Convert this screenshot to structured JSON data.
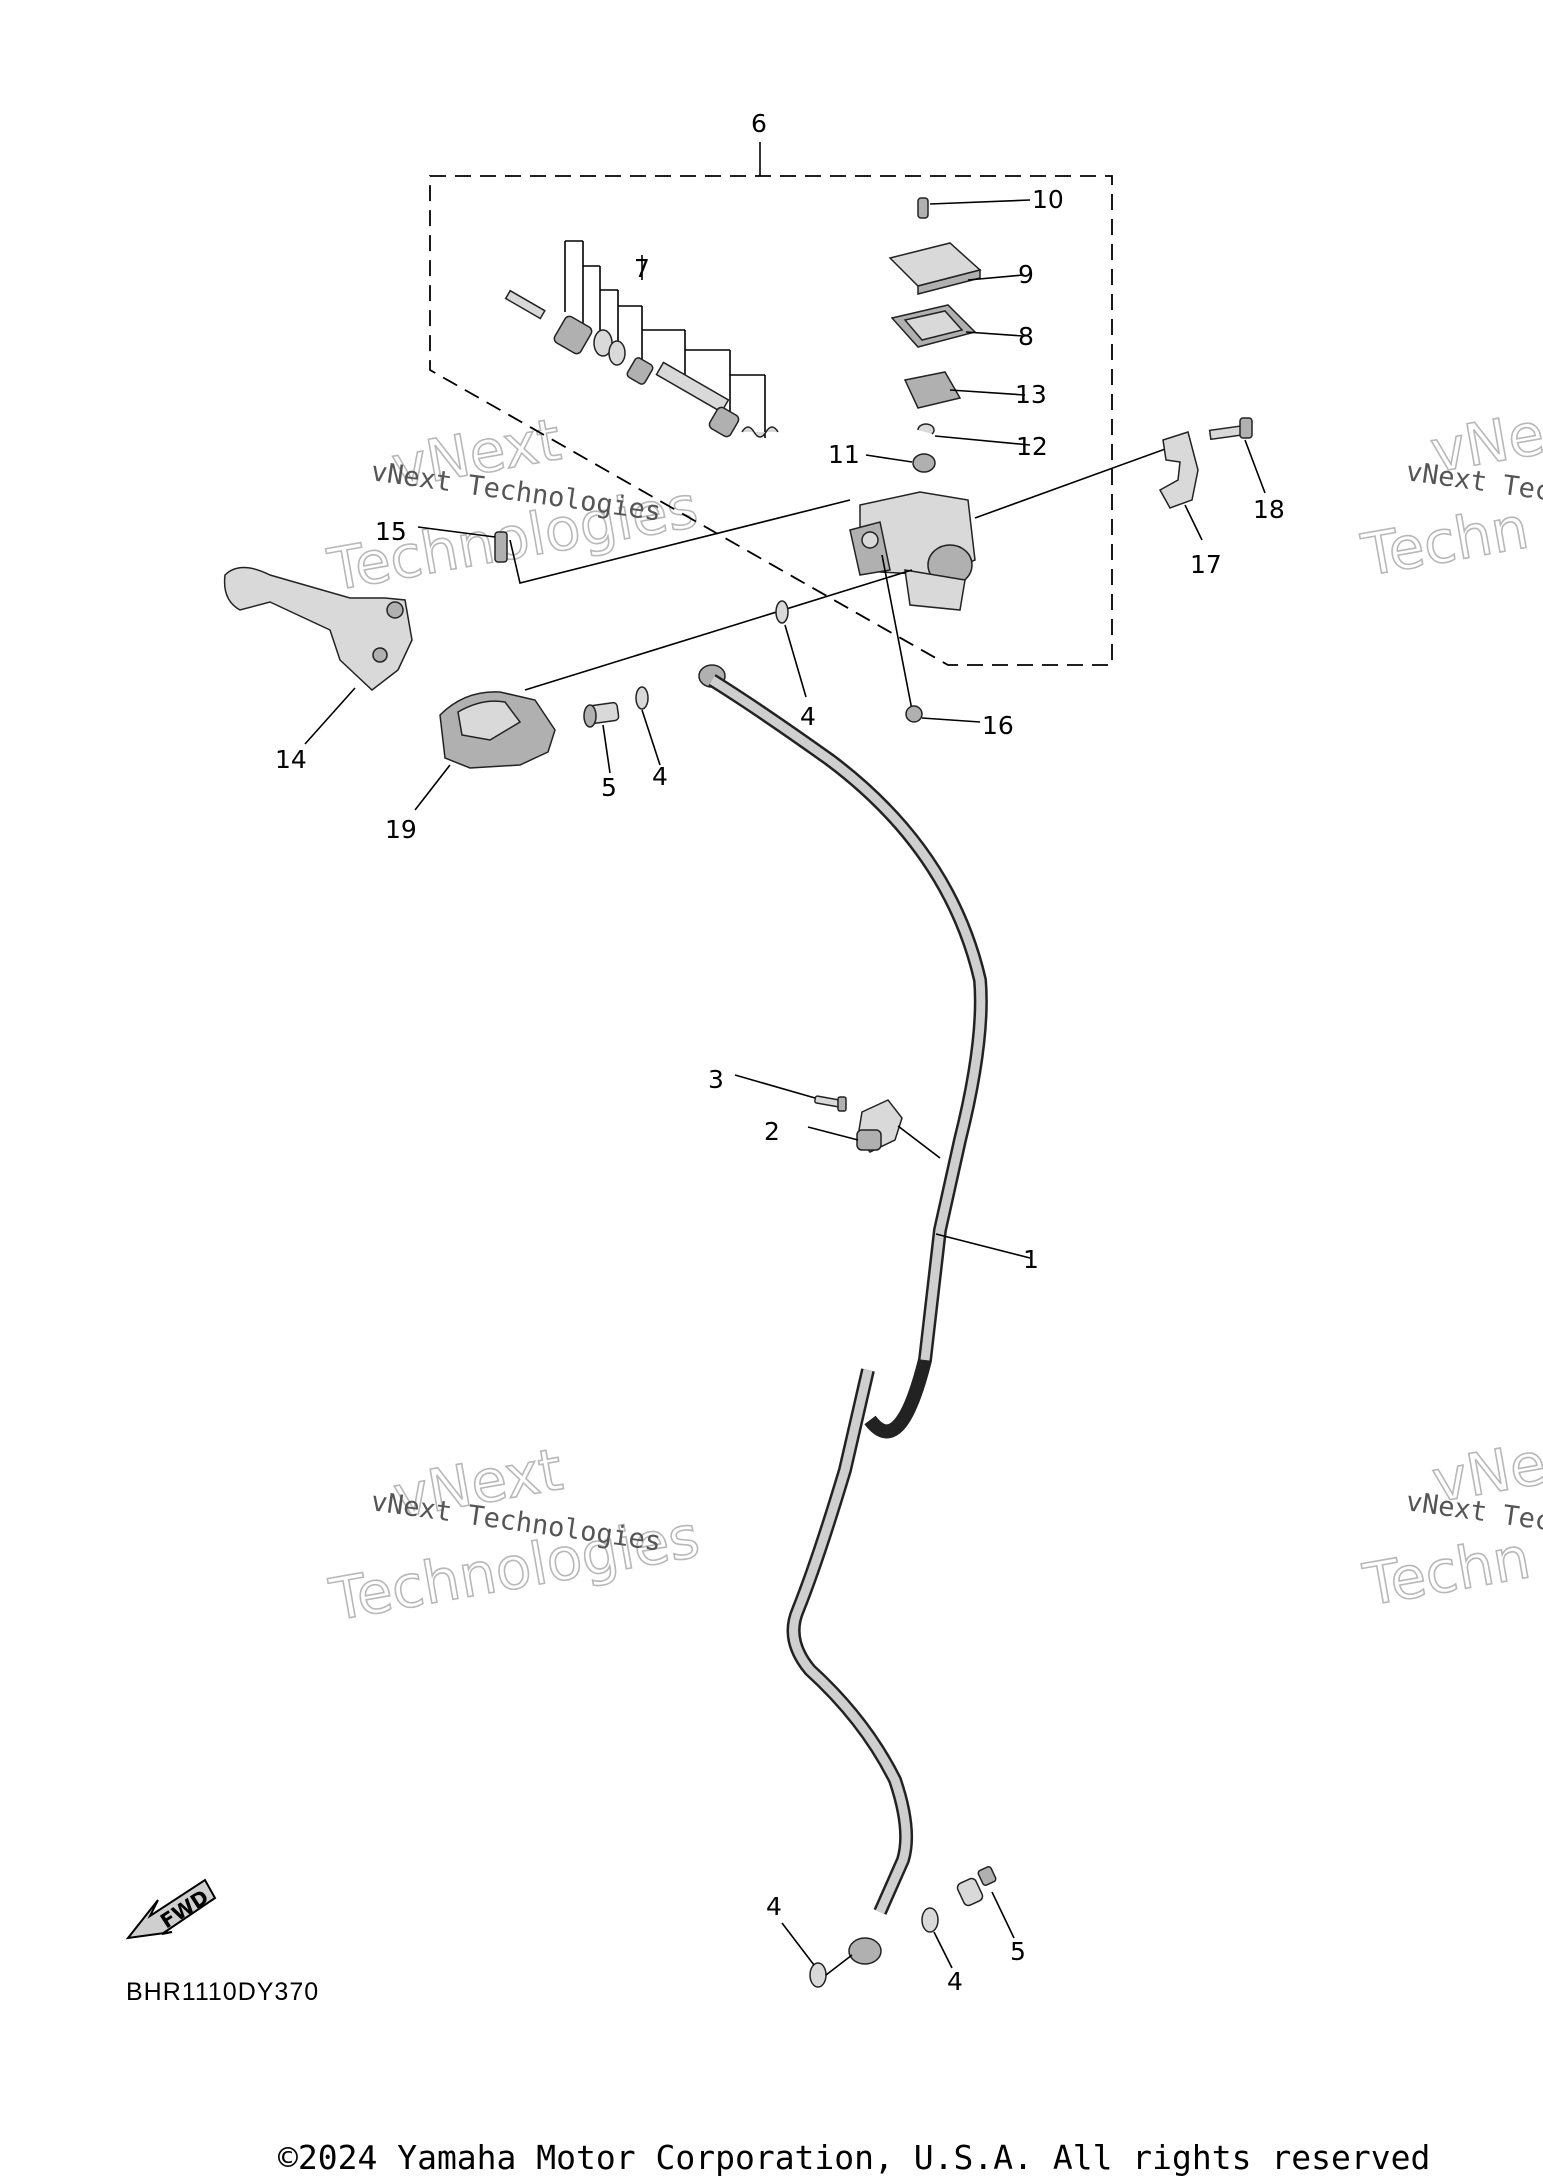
{
  "diagram_code": "BHR1110DY370",
  "fwd_label": "FWD",
  "copyright": "©2024 Yamaha Motor Corporation, U.S.A. All rights reserved",
  "watermarks": [
    {
      "line1": "vNext Technologies",
      "big1": "vNext",
      "big2": "Technologies"
    },
    {
      "line1": "vNext Technologies",
      "big1": "vNext",
      "big2": "Technologies"
    },
    {
      "line1": "vNext Tec",
      "big1": "vNe",
      "big2": "Techn"
    },
    {
      "line1": "vNext Tec",
      "big1": "vNe",
      "big2": "Techn"
    }
  ],
  "callouts": [
    "1",
    "2",
    "3",
    "4",
    "4",
    "4",
    "4",
    "5",
    "5",
    "6",
    "7",
    "8",
    "9",
    "10",
    "11",
    "12",
    "13",
    "14",
    "15",
    "16",
    "17",
    "18",
    "19"
  ],
  "parts": [
    {
      "number": "1",
      "icon": "brake-hose-icon"
    },
    {
      "number": "2",
      "icon": "hose-guide-icon"
    },
    {
      "number": "3",
      "icon": "screw-icon"
    },
    {
      "number": "4",
      "icon": "washer-icon"
    },
    {
      "number": "5",
      "icon": "union-bolt-icon"
    },
    {
      "number": "6",
      "icon": "master-cylinder-assembly-icon"
    },
    {
      "number": "7",
      "icon": "cylinder-kit-icon"
    },
    {
      "number": "8",
      "icon": "diaphragm-icon"
    },
    {
      "number": "9",
      "icon": "reservoir-cap-icon"
    },
    {
      "number": "10",
      "icon": "screw-icon"
    },
    {
      "number": "11",
      "icon": "nut-icon"
    },
    {
      "number": "12",
      "icon": "clip-icon"
    },
    {
      "number": "13",
      "icon": "float-plate-icon"
    },
    {
      "number": "14",
      "icon": "brake-lever-icon"
    },
    {
      "number": "15",
      "icon": "pivot-bolt-icon"
    },
    {
      "number": "16",
      "icon": "cap-icon"
    },
    {
      "number": "17",
      "icon": "holder-icon"
    },
    {
      "number": "18",
      "icon": "bolt-icon"
    },
    {
      "number": "19",
      "icon": "lever-cover-icon"
    }
  ]
}
